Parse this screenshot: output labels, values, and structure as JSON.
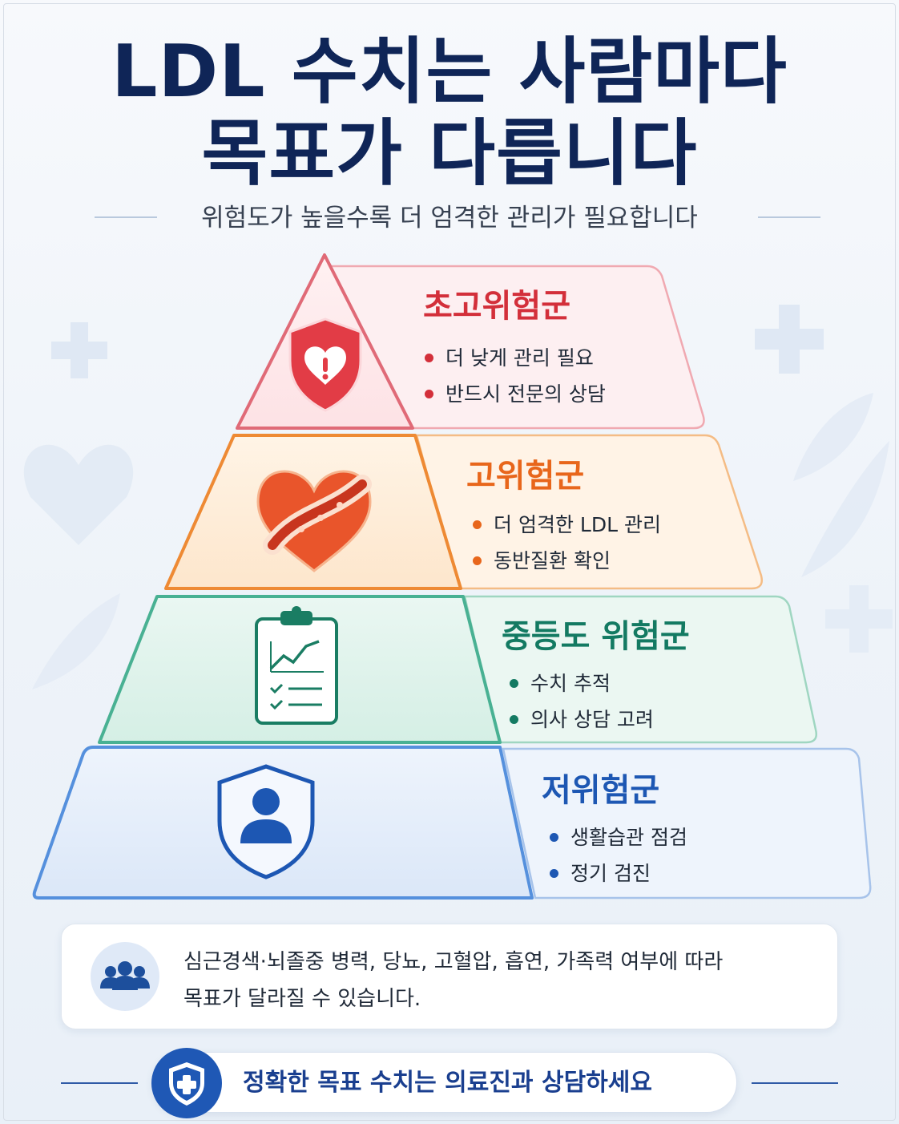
{
  "title": {
    "line1": "LDL 수치는 사람마다",
    "line2": "목표가 다릅니다"
  },
  "subtitle": "위험도가 높을수록 더 엄격한 관리가 필요합니다",
  "tiers": [
    {
      "title": "초고위험군",
      "bullets": [
        "더 낮게 관리 필요",
        "반드시 전문의 상담"
      ],
      "color": "#d32f3a",
      "icon": "shield-heart-alert-icon"
    },
    {
      "title": "고위험군",
      "bullets": [
        "더 엄격한 LDL 관리",
        "동반질환 확인"
      ],
      "color": "#e8661b",
      "icon": "heart-artery-icon"
    },
    {
      "title": "중등도 위험군",
      "bullets": [
        "수치 추적",
        "의사 상담 고려"
      ],
      "color": "#137a62",
      "icon": "clipboard-chart-icon"
    },
    {
      "title": "저위험군",
      "bullets": [
        "생활습관 점검",
        "정기 검진"
      ],
      "color": "#1d57b3",
      "icon": "shield-person-icon"
    }
  ],
  "note": {
    "line1": "심근경색·뇌졸중 병력, 당뇨, 고혈압, 흡연, 가족력 여부에 따라",
    "line2": "목표가 달라질 수 있습니다.",
    "icon": "people-group-icon"
  },
  "cta": {
    "text": "정확한 목표 수치는 의료진과 상담하세요",
    "icon": "shield-cross-icon"
  }
}
